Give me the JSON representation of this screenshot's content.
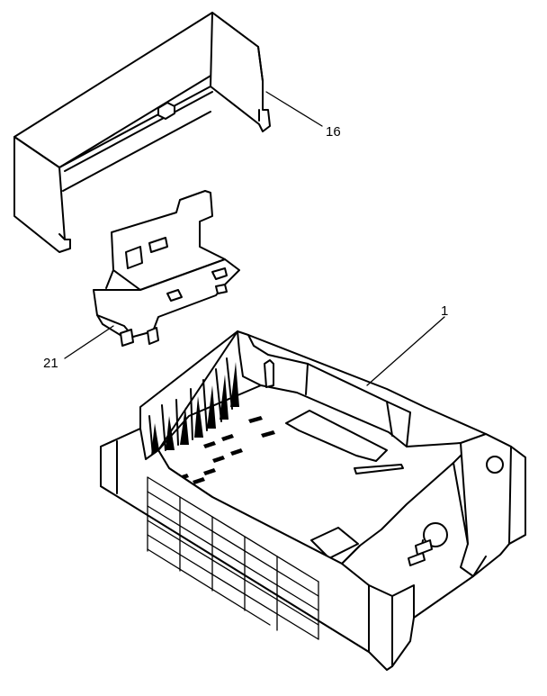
{
  "parts": [
    {
      "number": "16",
      "description": ""
    },
    {
      "number": "21",
      "description": ""
    },
    {
      "number": "1",
      "description": ""
    }
  ],
  "colors": {
    "line": "#000000",
    "background": "#ffffff"
  }
}
